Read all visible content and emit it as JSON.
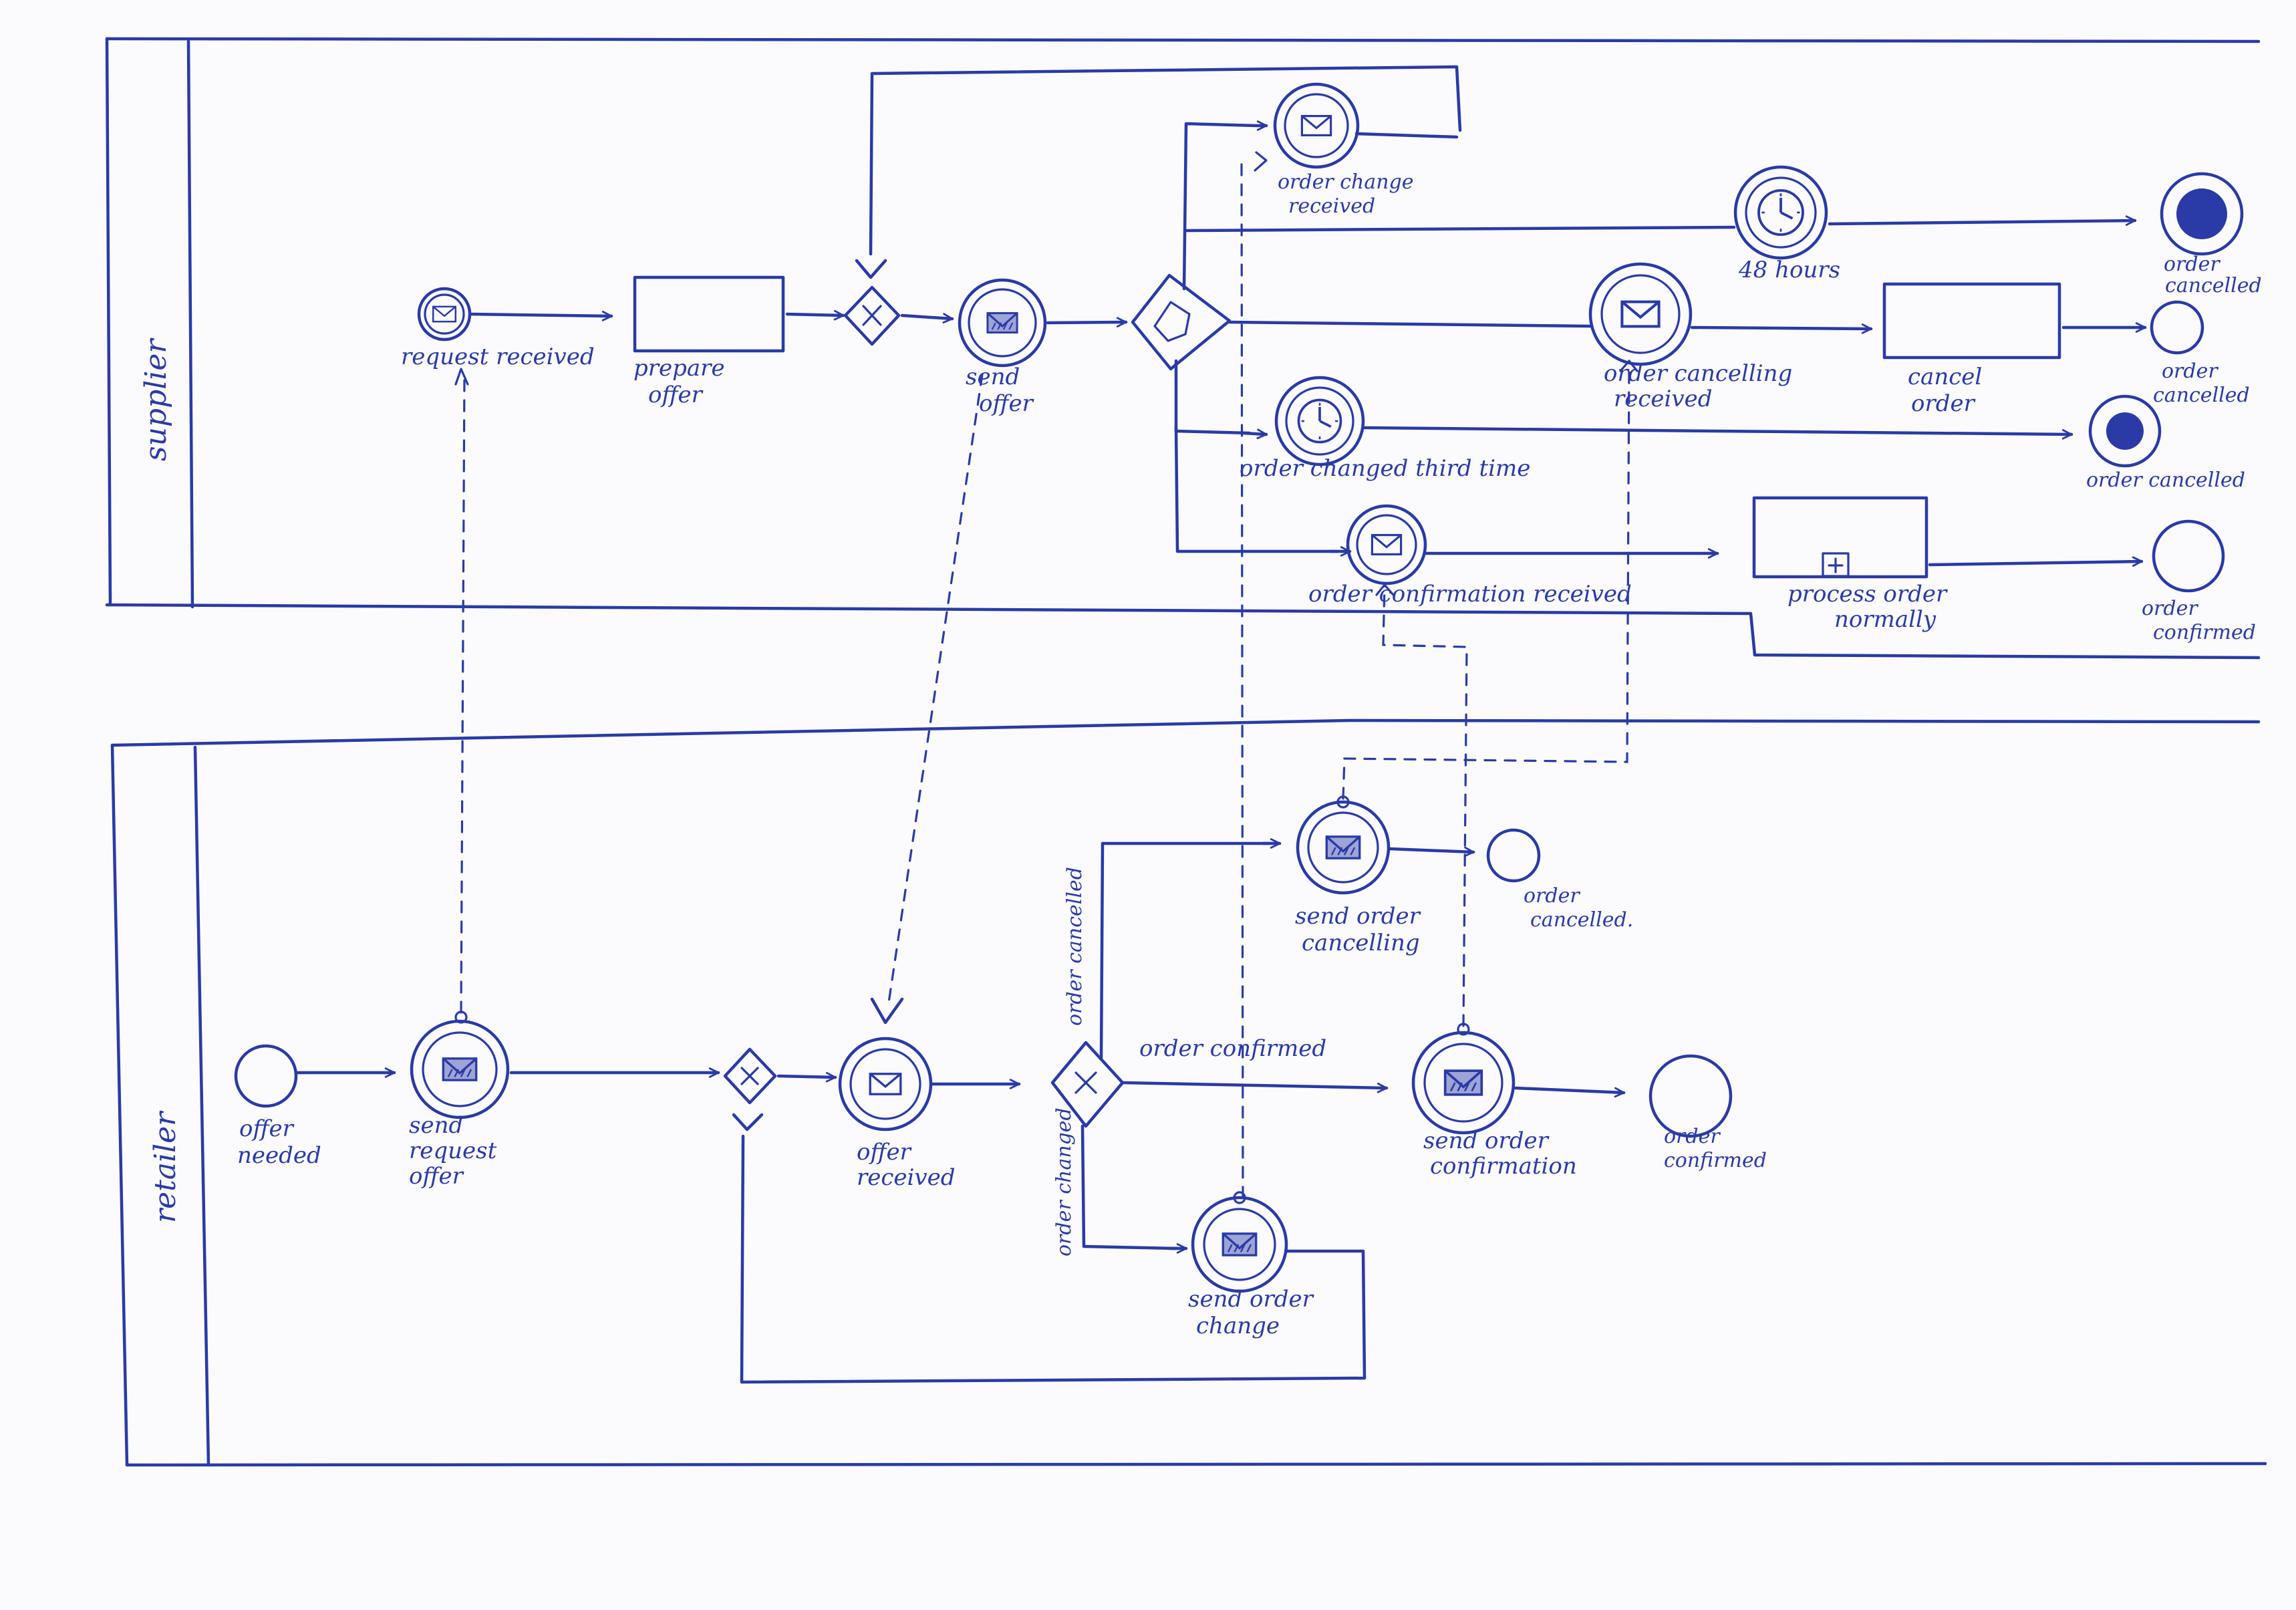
{
  "lanes": {
    "supplier": "supplier",
    "retailer": "retailer"
  },
  "supplier": {
    "request_received": "request received",
    "prepare_offer": [
      "prepare",
      "offer"
    ],
    "send_offer": [
      "send",
      "offer"
    ],
    "order_change_received": [
      "order change",
      "received"
    ],
    "hours_48": "48 hours",
    "order_cancelled_1": [
      "order",
      "cancelled"
    ],
    "order_cancelling_received": [
      "order cancelling",
      "received"
    ],
    "cancel_order": [
      "cancel",
      "order"
    ],
    "order_cancelled_2": [
      "order",
      "cancelled"
    ],
    "order_changed_third_time": "order changed third time",
    "order_cancelled_3": "order cancelled",
    "order_confirmation_received": "order confirmation received",
    "process_order_normally": [
      "process order",
      "normally"
    ],
    "order_confirmed": [
      "order",
      "confirmed"
    ]
  },
  "retailer": {
    "offer_needed": [
      "offer",
      "needed"
    ],
    "send_request_offer": [
      "send",
      "request",
      "offer"
    ],
    "offer_received": [
      "offer",
      "received"
    ],
    "order_cancelled_flow": "order cancelled",
    "order_confirmed_flow": "order confirmed",
    "order_changed_flow": "order changed",
    "send_order_cancelling": [
      "send order",
      "cancelling"
    ],
    "order_cancelled_end": [
      "order",
      "cancelled."
    ],
    "send_order_confirmation": [
      "send order",
      "confirmation"
    ],
    "order_confirmed_end": [
      "order",
      "confirmed"
    ],
    "send_order_change": [
      "send order",
      "change"
    ]
  },
  "colors": {
    "ink": "#2a3aa6",
    "paper": "#fbfbfd"
  }
}
